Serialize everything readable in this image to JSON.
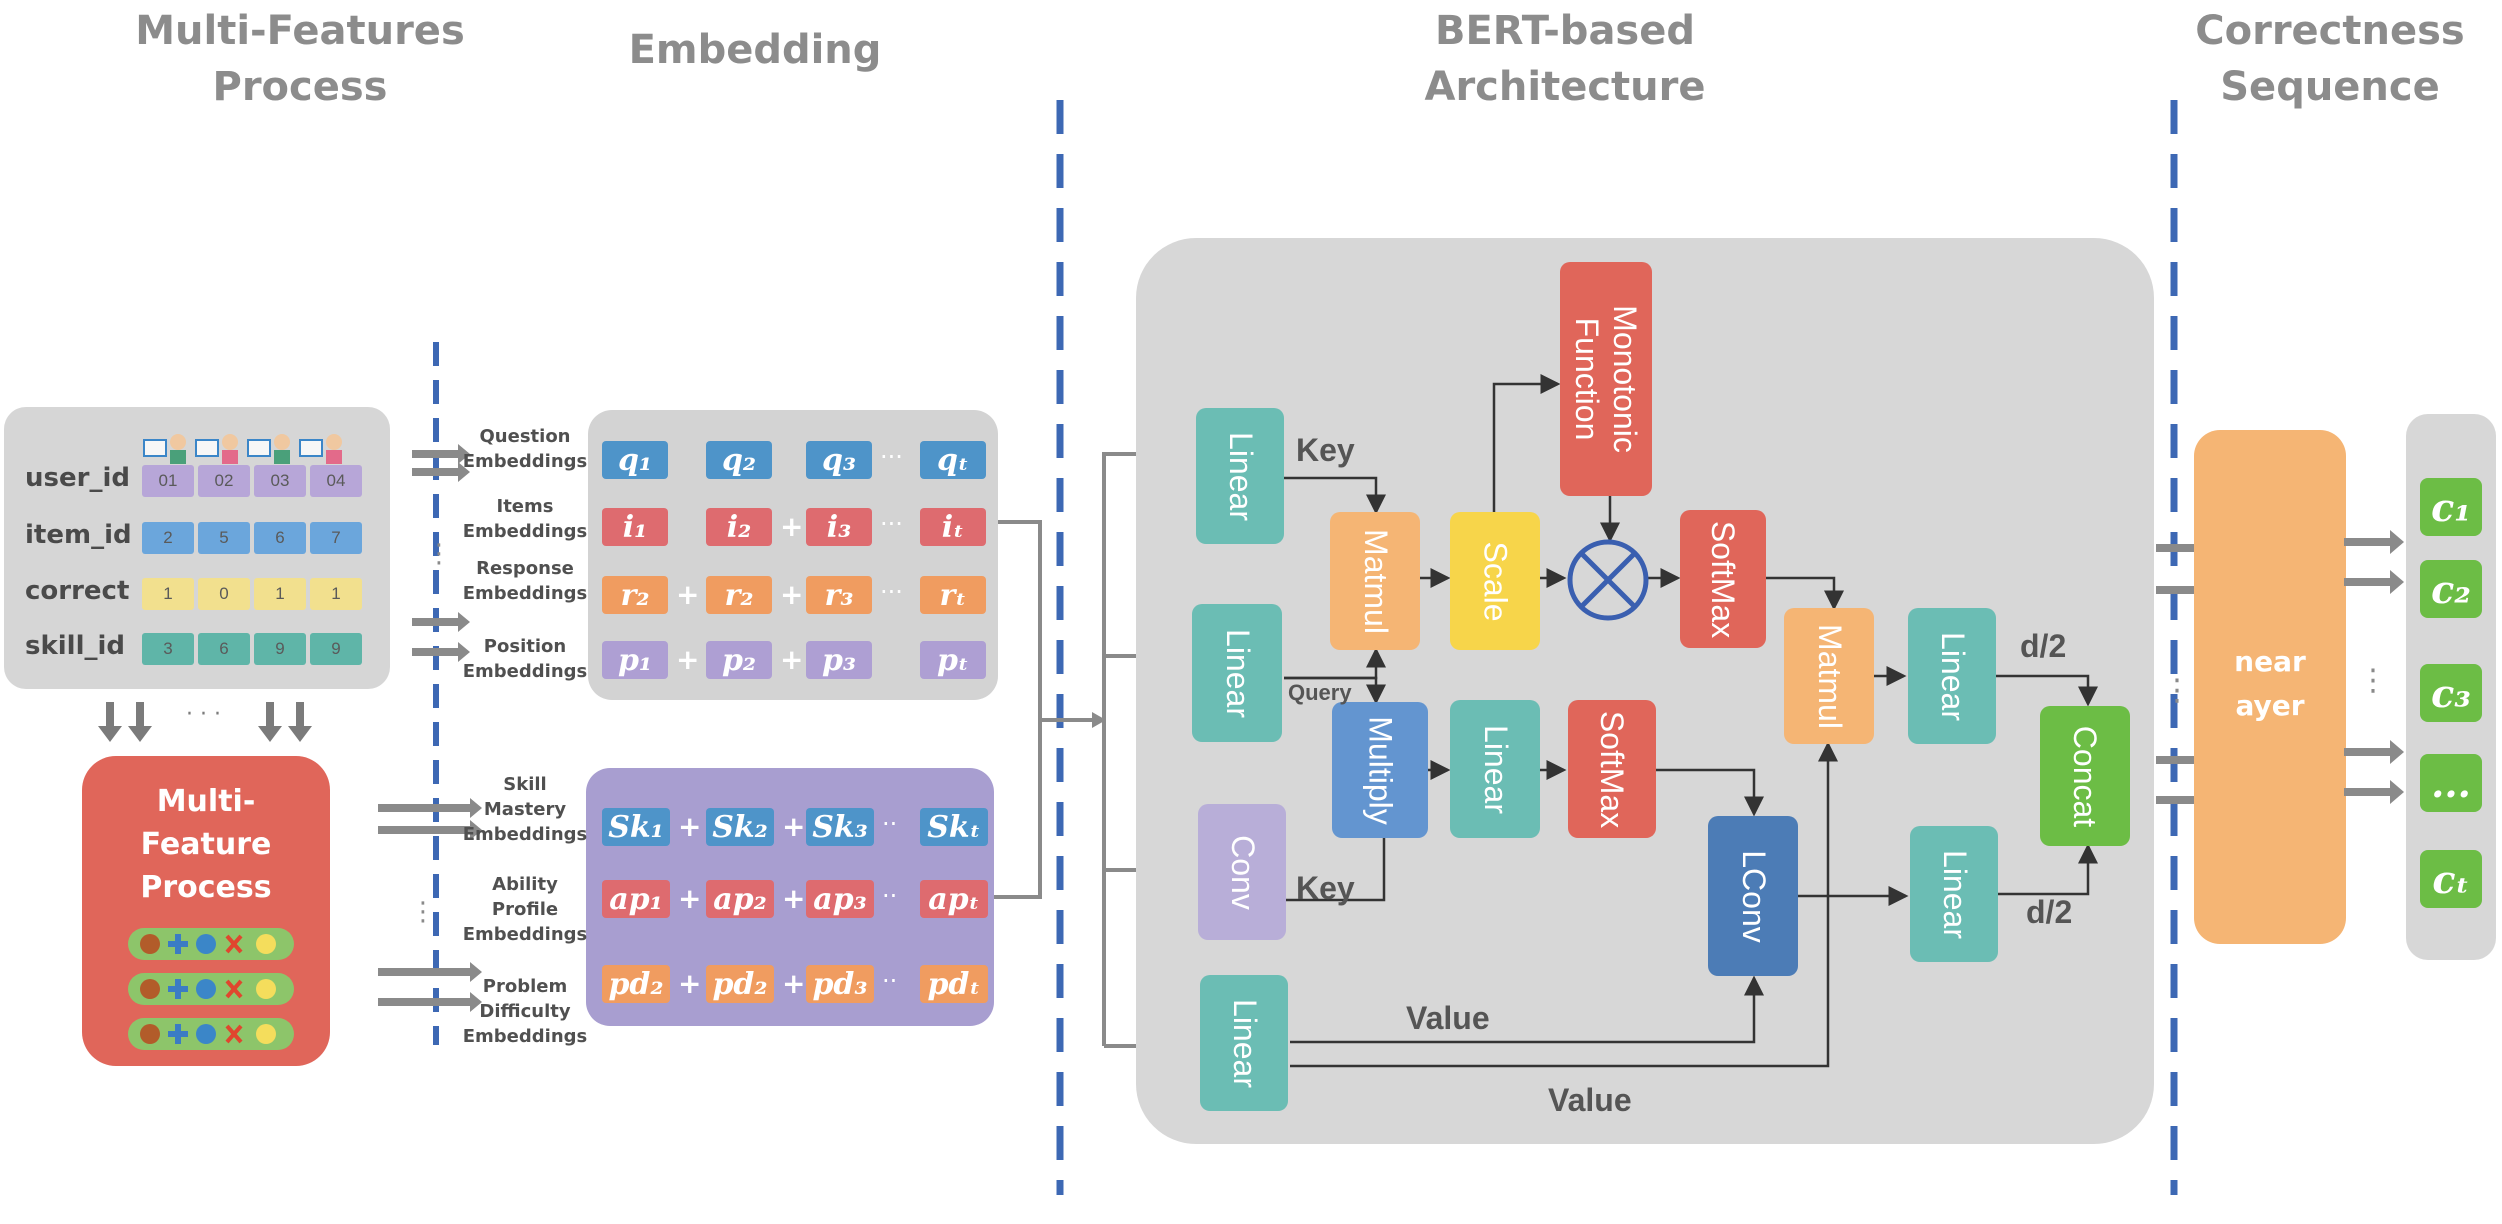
{
  "headers": {
    "multi_features": [
      "Multi-Features",
      "Process"
    ],
    "embedding": "Embedding",
    "bert": [
      "BERT-based",
      "Architecture"
    ],
    "correctness": [
      "Correctness",
      "Sequence"
    ]
  },
  "feature_table": {
    "rows": [
      {
        "label": "user_id",
        "values": [
          "01",
          "02",
          "03",
          "04"
        ],
        "color": "#b7a6d8"
      },
      {
        "label": "item_id",
        "values": [
          "2",
          "5",
          "6",
          "7"
        ],
        "color": "#6ba6dc"
      },
      {
        "label": "correct",
        "values": [
          "1",
          "0",
          "1",
          "1"
        ],
        "color": "#f2e08e"
      },
      {
        "label": "skill_id",
        "values": [
          "3",
          "6",
          "9",
          "9"
        ],
        "color": "#5fb5a8"
      }
    ],
    "ellipsis": "· · ·"
  },
  "multi_feature_process": {
    "title": [
      "Multi-",
      "Feature",
      "Process"
    ],
    "glyphs": [
      "●",
      "✚",
      "●",
      "✖",
      "●"
    ]
  },
  "embeddings_top": [
    {
      "label": [
        "Question",
        "Embeddings"
      ],
      "tokens": [
        "q₁",
        "q₂",
        "q₃",
        "qₜ"
      ],
      "color": "#4e94c9",
      "seps": [
        "",
        "",
        "···"
      ]
    },
    {
      "label": [
        "Items",
        "Embeddings"
      ],
      "tokens": [
        "i₁",
        "i₂",
        "i₃",
        "iₜ"
      ],
      "color": "#de6b6f",
      "seps": [
        "",
        "+",
        "···"
      ]
    },
    {
      "label": [
        "Response",
        "Embeddings"
      ],
      "tokens": [
        "r₂",
        "r₂",
        "r₃",
        "rₜ"
      ],
      "color": "#f09c60",
      "seps": [
        "+",
        "+",
        "···"
      ]
    },
    {
      "label": [
        "Position",
        "Embeddings"
      ],
      "tokens": [
        "p₁",
        "p₂",
        "p₃",
        "pₜ"
      ],
      "color": "#ae9fd3",
      "seps": [
        "+",
        "+",
        ""
      ]
    }
  ],
  "embeddings_bottom": [
    {
      "label": [
        "Skill",
        "Mastery",
        "Embeddings"
      ],
      "tokens": [
        "Sk₁",
        "Sk₂",
        "Sk₃",
        "Skₜ"
      ],
      "color": "#4e94c9",
      "seps": [
        "+",
        "+",
        "··"
      ]
    },
    {
      "label": [
        "Ability",
        "Profile",
        "Embeddings"
      ],
      "tokens": [
        "ap₁",
        "ap₂",
        "ap₃",
        "apₜ"
      ],
      "color": "#de6b6f",
      "seps": [
        "+",
        "+",
        "··"
      ]
    },
    {
      "label": [
        "Problem",
        "Difficulty",
        "Embeddings"
      ],
      "tokens": [
        "pd₂",
        "pd₂",
        "pd₃",
        "pdₜ"
      ],
      "color": "#f09c60",
      "seps": [
        "+",
        "+",
        "··"
      ]
    }
  ],
  "bert": {
    "linear": "Linear",
    "conv": "Conv",
    "matmul": "Matmul",
    "scale": "Scale",
    "monotonic": [
      "Monotonic",
      "Function"
    ],
    "softmax": "SoftMax",
    "multiply": "Multiply",
    "lconv": "LConv",
    "concat": "Concat",
    "key": "Key",
    "query": "Query",
    "value": "Value",
    "half": "d/2",
    "multiply_op": "⊗"
  },
  "output": {
    "layer": [
      "near",
      "ayer"
    ],
    "tokens": [
      "c₁",
      "c₂",
      "c₃",
      "...",
      "cₜ"
    ],
    "dots": "⋮"
  },
  "colors": {
    "teal": "#6bbdb4",
    "orange": "#f5b574",
    "yellow": "#f7d54a",
    "red": "#e0665a",
    "blue": "#6395d0",
    "purple": "#b8aed8",
    "darkblue": "#4c7cb6",
    "green": "#6cbd45",
    "panel": "#d7d7d7",
    "dash": "#3d68b4"
  }
}
